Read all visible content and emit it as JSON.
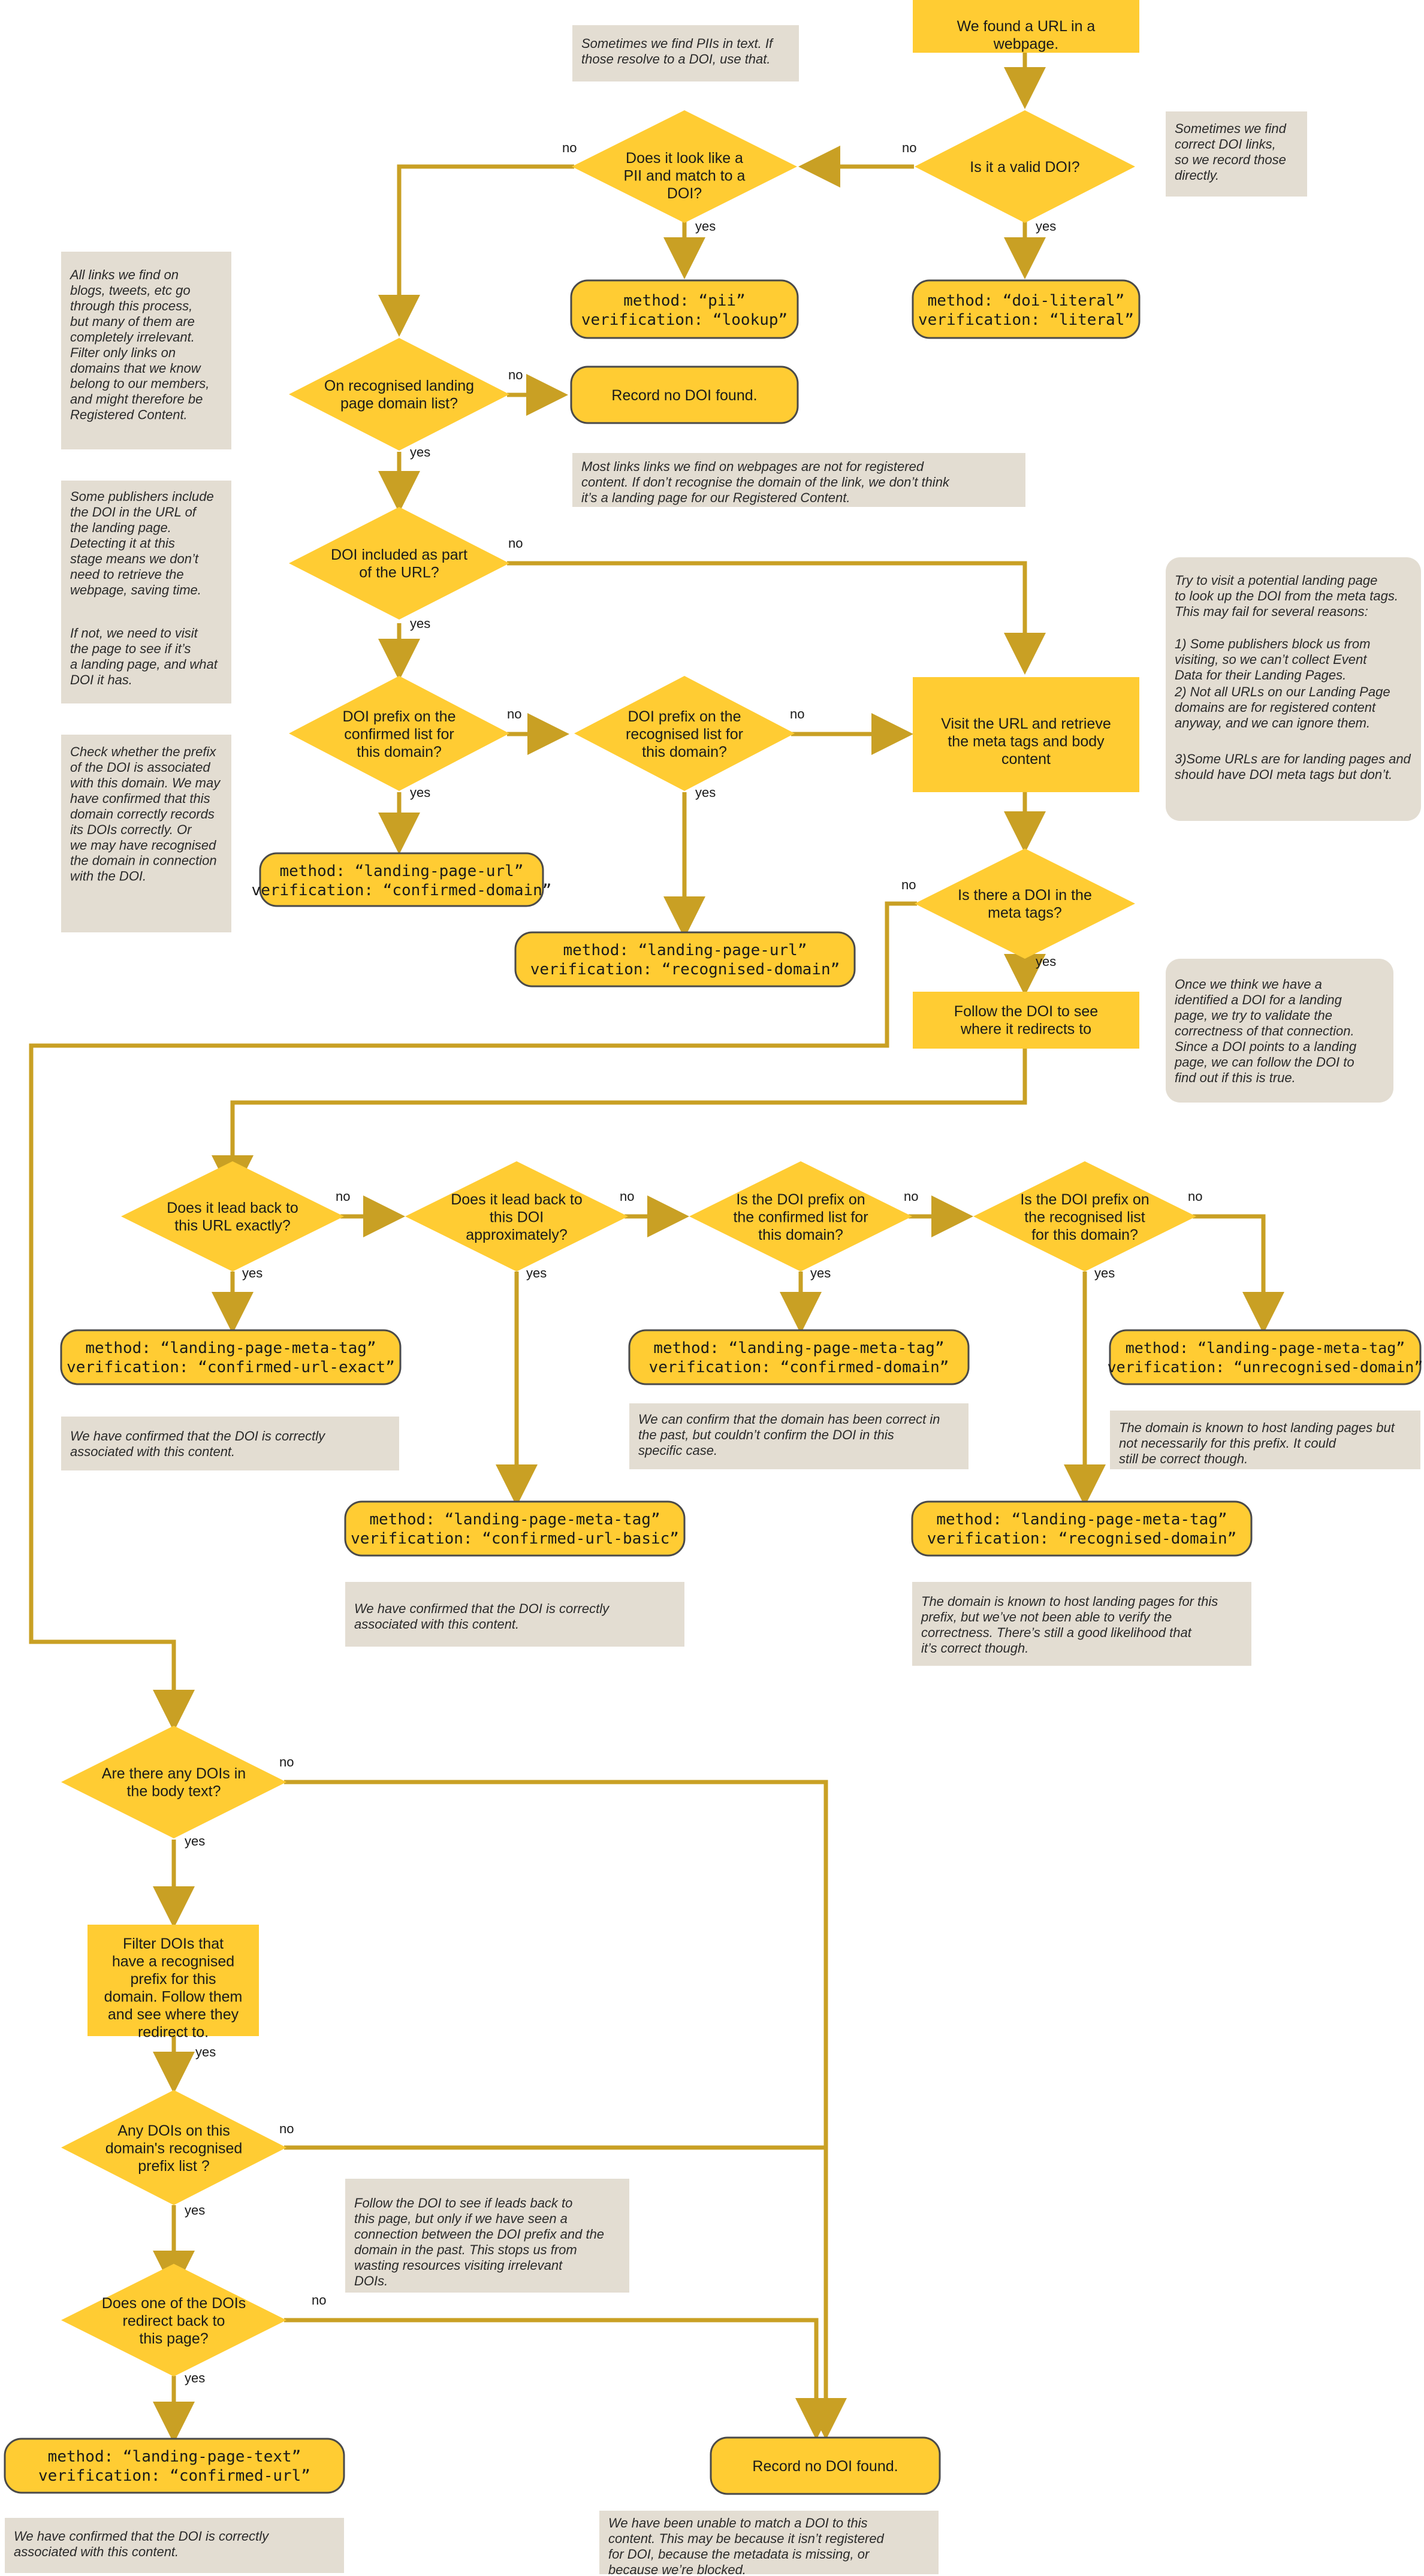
{
  "colors": {
    "node_fill": "#FFCC33",
    "node_stroke": "#4a4a4a",
    "arrow": "#C9A024",
    "note_fill": "#E3DDD2",
    "text": "#1a1a1a"
  },
  "processes": {
    "found_url": "We found a URL in a webpage.",
    "record_none_1": "Record no DOI found.",
    "visit_url": "Visit the URL and retrieve the meta tags and body content",
    "follow_doi": "Follow the DOI to see where it redirects to",
    "filter_dois": "Filter DOIs that have a recognised prefix for this domain. Follow them and see where they redirect to.",
    "record_none_2": "Record no DOI found."
  },
  "decisions": {
    "valid_doi": "Is it a valid DOI?",
    "pii": "Does it look like a PII and match to a DOI?",
    "landing_domain": "On recognised landing page domain list?",
    "doi_in_url": "DOI included as part of the URL?",
    "prefix_confirmed_url": "DOI prefix on the confirmed list for this domain?",
    "prefix_recognised_url": "DOI prefix on the recognised list for this domain?",
    "doi_meta": "Is there a DOI in the meta tags?",
    "lead_exact": "Does it lead back to this URL exactly?",
    "lead_approx": "Does it lead back to this DOI approximately?",
    "prefix_confirmed_meta": "Is the DOI prefix on the confirmed list for this domain?",
    "prefix_recognised_meta": "Is the DOI prefix on the recognised list for this domain?",
    "dois_body": "Are there any DOIs in the body text?",
    "dois_recognised": "Any DOIs on this domain's recognised prefix list ?",
    "redirect_back": "Does one of the DOIs redirect back to this page?"
  },
  "results": {
    "pii": {
      "method": "method: “pii”",
      "verification": "verification: “lookup”"
    },
    "doi_literal": {
      "method": "method: “doi-literal”",
      "verification": "verification: “literal”"
    },
    "url_confirmed": {
      "method": "method: “landing-page-url”",
      "verification": "verification: “confirmed-domain”"
    },
    "url_recognised": {
      "method": "method: “landing-page-url”",
      "verification": "verification: “recognised-domain”"
    },
    "meta_exact": {
      "method": "method: “landing-page-meta-tag”",
      "verification": "verification: “confirmed-url-exact”"
    },
    "meta_basic": {
      "method": "method: “landing-page-meta-tag”",
      "verification": "verification: “confirmed-url-basic”"
    },
    "meta_confirmed_domain": {
      "method": "method: “landing-page-meta-tag”",
      "verification": "verification: “confirmed-domain”"
    },
    "meta_recognised_domain": {
      "method": "method: “landing-page-meta-tag”",
      "verification": "verification: “recognised-domain”"
    },
    "meta_unrecognised_domain": {
      "method": "method: “landing-page-meta-tag”",
      "verification": "verification: “unrecognised-domain”"
    },
    "text_confirmed": {
      "method": "method: “landing-page-text”",
      "verification": "verification: “confirmed-url”"
    }
  },
  "notes": {
    "piis": "Sometimes we find PIIs in text. If those resolve to a DOI, use that.",
    "correct_links": "Sometimes we find correct DOI links, so we record those directly.",
    "all_links": "All links we find on blogs, tweets, etc go through this process, but many of them are completely irrelevant. Filter only links on domains that we know belong to our members, and might therefore be Registered Content.",
    "most_links": "Most links links we find on webpages are not for registered content. If don’t recognise the domain of the link,  we don’t think it’s a landing page for our Registered Content.",
    "some_publishers": "Some publishers include the DOI in the URL of the landing page. Detecting it at this stage means we don’t need to retrieve the webpage, saving time.",
    "if_not": "If not, we need to visit the page to see if it’s a landing page, and what DOI it has.",
    "check_prefix": "Check whether the prefix of the DOI is associated with this domain. We may have confirmed that this domain correctly records its DOIs correctly. Or we may have recognised the domain in connection with the DOI.",
    "try_visit": "Try to visit a potential landing page to look up the DOI from the meta tags. This may fail for several reasons:",
    "reason_1": "1) Some publishers block us from visiting, so we can’t collect Event Data for their Landing Pages.",
    "reason_2": "2) Not all URLs on our Landing Page domains are for registered content anyway, and we can ignore them.",
    "reason_3": "3)Some URLs are for landing pages and should have DOI meta tags but don’t.",
    "once_identified": "Once we think we have a identified a DOI for a landing page, we try to validate the correctness of that connection. Since a DOI points to a landing page, we can follow the DOI to find out if this is true.",
    "confirmed_correct_1": "We have confirmed that the DOI is correctly associated with this content.",
    "confirmed_correct_2": "We have confirmed that the DOI is correctly associated with this content.",
    "confirm_domain": "We can confirm that the domain has been correct in the past, but couldn’t confirm the DOI in this specific case.",
    "domain_known_prefix": "The domain is known to host landing pages but not necessarily for this prefix.  It could still be correct though.",
    "domain_known_unverified": "The domain is known to host landing pages for this prefix, but we’ve not been able to verify the correctness.  There’s still a good likelihood that it’s correct though.",
    "follow_doi_past": "Follow the DOI to see if leads back to this page, but only if we have seen a connection between the DOI prefix and the domain in the past. This stops us from wasting resources visiting irrelevant DOIs.",
    "confirmed_correct_3": "We have confirmed that the DOI is correctly associated with this content.",
    "unable_match": "We have been unable to match a DOI to this content. This may be because it isn’t registered for DOI, because the metadata is missing, or because we’re blocked."
  },
  "edge_labels": {
    "yes": "yes",
    "no": "no"
  }
}
